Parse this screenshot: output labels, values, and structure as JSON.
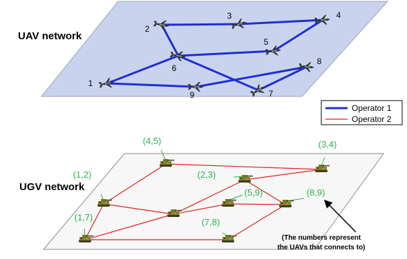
{
  "titles": {
    "uav": "UAV network",
    "ugv": "UGV network"
  },
  "legend": [
    {
      "label": "Operator 1",
      "color": "#1f2fd0"
    },
    {
      "label": "Operator 2",
      "color": "#e02020"
    }
  ],
  "note": {
    "line1": "(The numbers represent",
    "line2": "the UAVs that connects to)"
  },
  "uav_nodes": [
    {
      "id": "1",
      "label": "1"
    },
    {
      "id": "2",
      "label": "2"
    },
    {
      "id": "3",
      "label": "3"
    },
    {
      "id": "4",
      "label": "4"
    },
    {
      "id": "5",
      "label": "5"
    },
    {
      "id": "6",
      "label": "6"
    },
    {
      "id": "7",
      "label": "7"
    },
    {
      "id": "8",
      "label": "8"
    },
    {
      "id": "9",
      "label": "9"
    }
  ],
  "uav_links": [
    [
      "2",
      "3"
    ],
    [
      "3",
      "4"
    ],
    [
      "4",
      "5"
    ],
    [
      "2",
      "6"
    ],
    [
      "6",
      "5"
    ],
    [
      "6",
      "1"
    ],
    [
      "6",
      "7"
    ],
    [
      "1",
      "9"
    ],
    [
      "9",
      "8"
    ],
    [
      "8",
      "7"
    ]
  ],
  "ugv_nodes": [
    {
      "id": "g45",
      "label": "(4,5)"
    },
    {
      "id": "g34",
      "label": "(3,4)"
    },
    {
      "id": "g12",
      "label": "(1,2)"
    },
    {
      "id": "g23",
      "label": "(2,3)"
    },
    {
      "id": "g59",
      "label": "(5,9)"
    },
    {
      "id": "g89",
      "label": "(8,9)"
    },
    {
      "id": "g17",
      "label": "(1,7)"
    },
    {
      "id": "g78",
      "label": "(7,8)"
    },
    {
      "id": "g69",
      "label": ""
    }
  ],
  "ugv_links": [
    [
      "g45",
      "g34"
    ],
    [
      "g45",
      "g12"
    ],
    [
      "g23",
      "g34"
    ],
    [
      "g12",
      "g69"
    ],
    [
      "g12",
      "g17"
    ],
    [
      "g69",
      "g23"
    ],
    [
      "g69",
      "g59"
    ],
    [
      "g69",
      "g17"
    ],
    [
      "g59",
      "g89"
    ],
    [
      "g89",
      "g78"
    ],
    [
      "g17",
      "g78"
    ],
    [
      "g23",
      "g89"
    ]
  ],
  "colors": {
    "plane_fill": "#c9d3ee",
    "ugv_plane_fill": "#f7f7f7",
    "operator1": "#1f2fd0",
    "operator2": "#e02020",
    "ugv_label": "#2db34a"
  },
  "icons": {
    "uav": "drone-icon",
    "ugv": "tank-icon",
    "arrow": "arrow-icon"
  }
}
